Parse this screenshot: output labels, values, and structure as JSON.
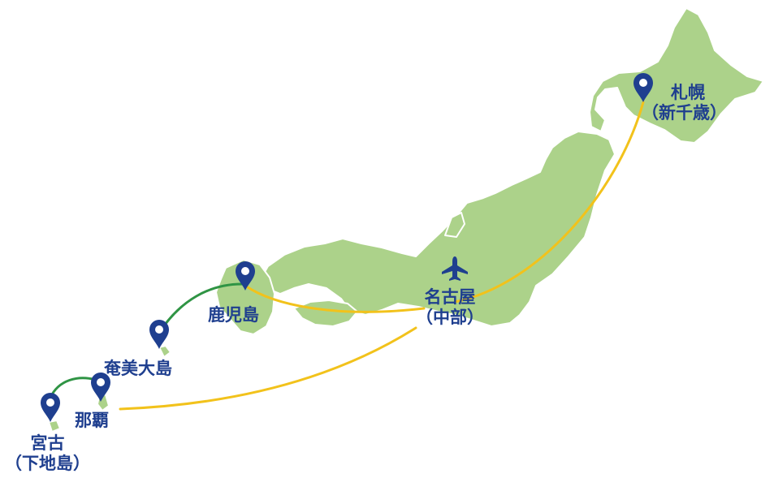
{
  "map": {
    "colors": {
      "land": "#acd28a",
      "domestic_route": "#f2c21b",
      "connecting_route": "#2f9444",
      "pin": "#1f3f8f",
      "label_text": "#1f3f8f"
    },
    "hub": {
      "icon": "airplane-icon",
      "name": "名古屋",
      "sub": "（中部）"
    },
    "airports": [
      {
        "id": "sapporo",
        "name": "札幌",
        "sub": "（新千歳）",
        "icon": "location-pin-icon"
      },
      {
        "id": "kagoshima",
        "name": "鹿児島",
        "sub": "",
        "icon": "location-pin-icon"
      },
      {
        "id": "amami",
        "name": "奄美大島",
        "sub": "",
        "icon": "location-pin-icon"
      },
      {
        "id": "naha",
        "name": "那覇",
        "sub": "",
        "icon": "location-pin-icon"
      },
      {
        "id": "miyako",
        "name": "宮古",
        "sub": "（下地島）",
        "icon": "location-pin-icon"
      }
    ],
    "routes": [
      {
        "from": "名古屋",
        "to": "札幌",
        "type": "domestic_route"
      },
      {
        "from": "名古屋",
        "to": "鹿児島",
        "type": "domestic_route"
      },
      {
        "from": "名古屋",
        "to": "那覇",
        "type": "domestic_route"
      },
      {
        "from": "鹿児島",
        "to": "奄美大島",
        "type": "connecting_route"
      },
      {
        "from": "那覇",
        "to": "宮古",
        "type": "connecting_route"
      }
    ]
  }
}
